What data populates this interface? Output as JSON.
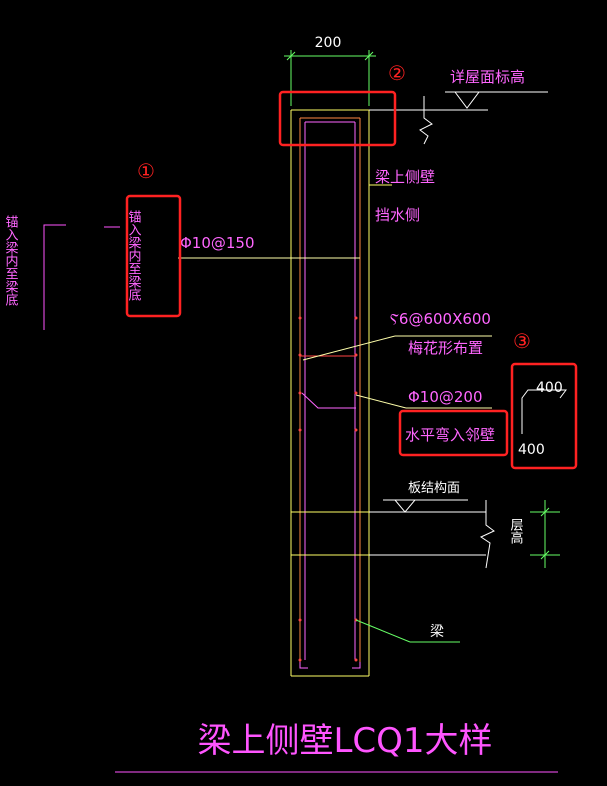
{
  "colors": {
    "background": "#000000",
    "wall_outline": "#ffff66",
    "rebar": "#ff55ff",
    "dim_line": "#66ff66",
    "annotation_text": "#ff66ff",
    "callout": "#ff2222",
    "leader": "#ffffaa"
  },
  "drawing": {
    "title": "梁上侧壁LCQ1大样",
    "dim_width": "200",
    "roof_level_label": "详屋面标高",
    "beam_side_wall_label": "梁上侧壁",
    "retaining_side_label": "挡水侧",
    "vertical_bar_label": "Φ10@150",
    "tie_label": "Ⲋ6@600X600",
    "tie_layout_label": "梅花形布置",
    "horizontal_bar_label": "Φ10@200",
    "horizontal_bend_label": "水平弯入邻壁",
    "slab_label": "板结构面",
    "beam_label": "梁",
    "side_dim_label": "层高",
    "anchor_note_left": "锚入梁内至梁底",
    "anchor_note_right": "锚入梁内至梁底",
    "hook_dim_h": "400",
    "hook_dim_v": "400"
  },
  "callouts": [
    {
      "number": "①"
    },
    {
      "number": "②"
    },
    {
      "number": "③"
    }
  ]
}
